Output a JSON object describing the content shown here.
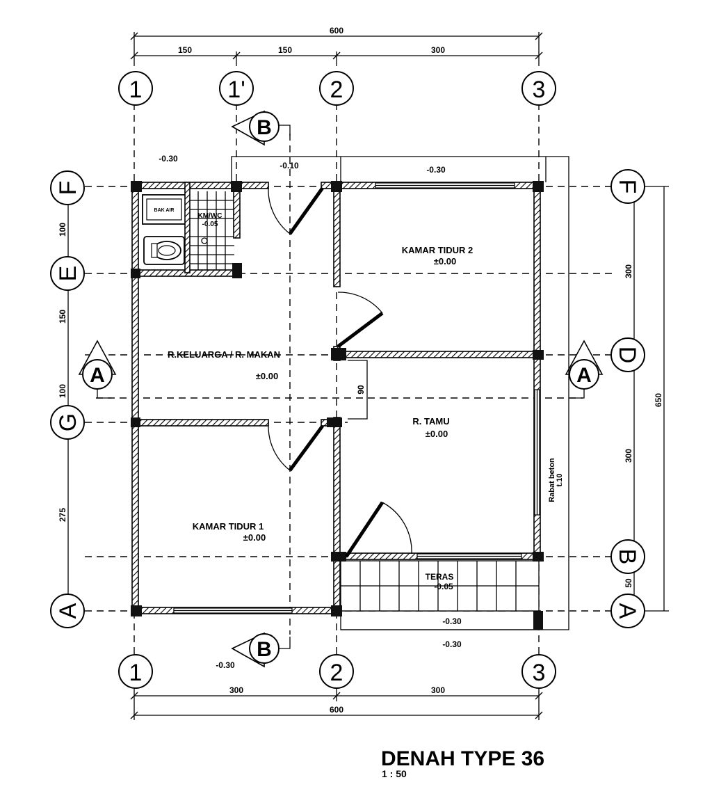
{
  "dimensions": {
    "top_total": "600",
    "top_segments": [
      "150",
      "150",
      "300"
    ],
    "bottom_total": "600",
    "bottom_segments": [
      "300",
      "300"
    ],
    "left_segments": [
      "100",
      "150",
      "100",
      "275"
    ],
    "right_total": "650",
    "right_segments": [
      "300",
      "300",
      "50"
    ],
    "corridor_width": "90"
  },
  "grid_columns_top": [
    "1",
    "1'",
    "2",
    "3"
  ],
  "grid_columns_bottom": [
    "1",
    "2",
    "3"
  ],
  "grid_rows_left": [
    "F",
    "E",
    "G",
    "A"
  ],
  "grid_rows_right": [
    "F",
    "D",
    "B",
    "A"
  ],
  "sections": {
    "top": "B",
    "bottom": "B",
    "left": "A",
    "right": "A"
  },
  "rooms": {
    "km_wc": {
      "name": "KM/WC",
      "level": "-0.05"
    },
    "bedroom2": {
      "name": "KAMAR TIDUR 2",
      "level": "±0.00"
    },
    "family": {
      "name": "R.KELUARGA / R. MAKAN",
      "level": "±0.00"
    },
    "guest": {
      "name": "R. TAMU",
      "level": "±0.00"
    },
    "bedroom1": {
      "name": "KAMAR TIDUR 1",
      "level": "±0.00"
    },
    "terrace": {
      "name": "TERAS",
      "level": "-0.05"
    }
  },
  "fixtures": {
    "sink_label": "BAK AIR"
  },
  "levels": {
    "outside_top_left": "-0.30",
    "back_path": "-0.10",
    "top_right": "-0.30",
    "front_1": "-0.30",
    "front_2": "-0.30",
    "bottom_left": "-0.30"
  },
  "side_note": [
    "Rabat beton",
    "t.10"
  ],
  "title": "DENAH TYPE 36",
  "scale": "1 : 50"
}
